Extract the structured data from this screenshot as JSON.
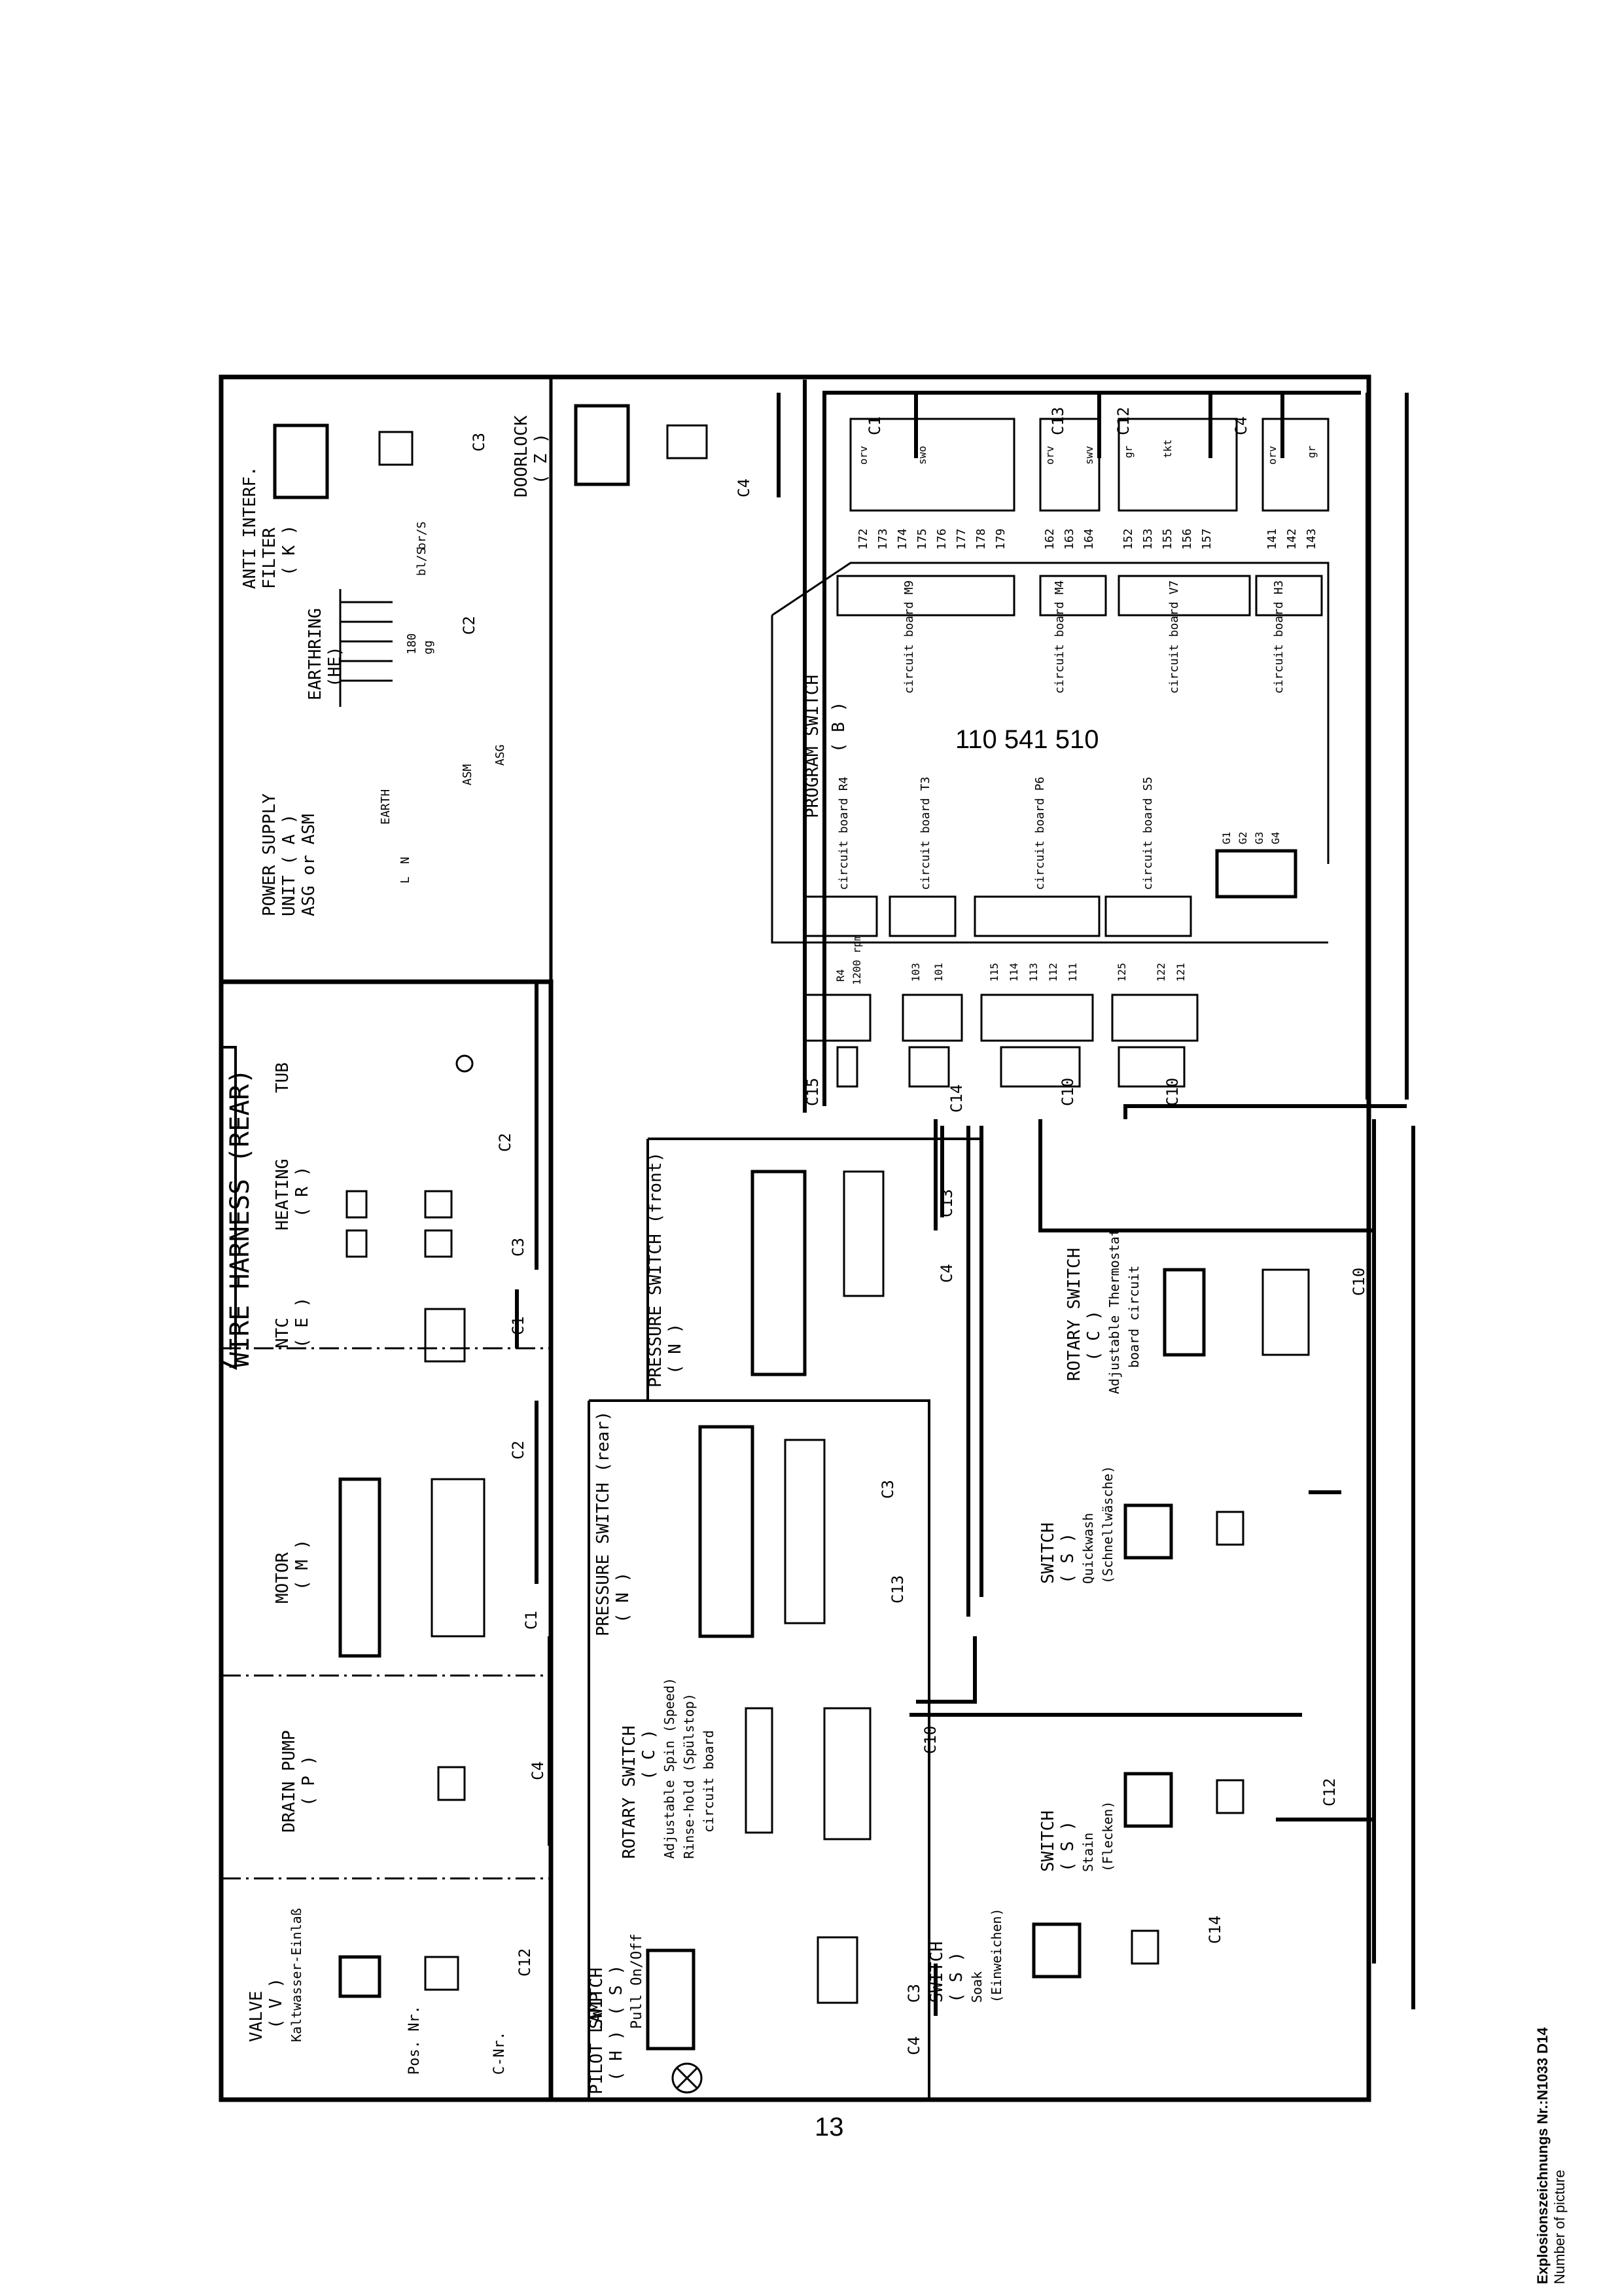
{
  "document": {
    "page_number": "13",
    "drawing_label": "Explosionszeichnungs Nr.:N1033 D14",
    "drawing_label_en": "Number of picture",
    "part_number": "110 541 510"
  },
  "harness": {
    "title": "WIRE HARNESS (REAR)",
    "pos_label": "Pos. Nr.",
    "c_label": "C-Nr."
  },
  "components": {
    "anti_interf": [
      "ANTI INTERF.",
      "FILTER",
      "( K )"
    ],
    "doorlock": [
      "DOORLOCK",
      "( Z )"
    ],
    "earthring": [
      "EARTHRING",
      "(HE)"
    ],
    "power_supply": [
      "POWER SUPPLY",
      "UNIT ( A )",
      "ASG or ASM"
    ],
    "tub": [
      "TUB"
    ],
    "heating": [
      "HEATING",
      "( R )"
    ],
    "ntc": [
      "NTC",
      "( E )"
    ],
    "motor": [
      "MOTOR",
      "( M )"
    ],
    "drain_pump": [
      "DRAIN PUMP",
      "( P )"
    ],
    "valve": [
      "VALVE",
      "( V )",
      "Kaltwasser-Einlaß"
    ],
    "pilot_lamp": [
      "PILOT LAMP",
      "( H )"
    ],
    "switch_pull": [
      "SWITCH",
      "( S )",
      "Pull On/Off"
    ],
    "rotary_spin": [
      "ROTARY SWITCH",
      "( C )",
      "Adjustable Spin (Speed)",
      "Rinse-hold (Spülstop)",
      "circuit board"
    ],
    "pressure_rear": [
      "PRESSURE SWITCH (rear)",
      "( N )"
    ],
    "pressure_front": [
      "PRESSURE SWITCH (front)",
      "( N )"
    ],
    "program_switch": [
      "PROGRAM SWITCH",
      "( B )"
    ],
    "rotary_thermo": [
      "ROTARY SWITCH",
      "( C )",
      "Adjustable Thermostat",
      "board circuit"
    ],
    "switch_quick": [
      "SWITCH",
      "( S )",
      "Quickwash",
      "(Schnellwäsche)"
    ],
    "switch_stain": [
      "SWITCH",
      "( S )",
      "Stain",
      "(Flecken)"
    ],
    "switch_soak": [
      "SWITCH",
      "( S )",
      "Soak",
      "(Einweichen)"
    ]
  },
  "program_boards": {
    "top": [
      "circuit board M9",
      "circuit board M4",
      "circuit board V7",
      "circuit board H3"
    ],
    "bottom": [
      "circuit board R4",
      "circuit board T3",
      "circuit board P6",
      "circuit board S5"
    ],
    "g_labels": [
      "G1",
      "G2",
      "G3",
      "G4"
    ]
  },
  "connectors": {
    "top_right": [
      {
        "c": "C1",
        "pins": [
          "172",
          "173",
          "174",
          "175",
          "176",
          "177",
          "178",
          "179"
        ],
        "wires": [
          "orv",
          "orv",
          "orv",
          "swo",
          "swo",
          "swo",
          "swo",
          "swo"
        ]
      },
      {
        "c": "C13",
        "pins": [
          "162",
          "163",
          "164"
        ],
        "wires": [
          "orv",
          "orv",
          "swv"
        ]
      },
      {
        "c": "C12",
        "pins": [
          "152",
          "153",
          "155",
          "156",
          "157"
        ],
        "wires": [
          "gr",
          "gr",
          "tkt",
          "tkt",
          "tkt"
        ]
      },
      {
        "c": "C4",
        "pins": [
          "141",
          "142",
          "143"
        ],
        "wires": [
          "orv",
          "orv",
          "gr"
        ]
      }
    ],
    "bottom_left": [
      {
        "c": "C15",
        "pins": [
          "R4",
          "1200 rpm"
        ]
      },
      {
        "c": "C14",
        "pins": [
          "103",
          "101"
        ]
      },
      {
        "c": "C10",
        "pins": [
          "115",
          "114",
          "113",
          "112",
          "111"
        ]
      },
      {
        "c": "C10",
        "pins": [
          "125",
          "122",
          "121"
        ]
      }
    ],
    "wire_codes": {
      "ground": "gg",
      "brown": "br/S",
      "blue": "bl/S"
    },
    "power_pins": [
      "L",
      "N",
      "EARTH",
      "ASM",
      "ASG"
    ],
    "earth_code": "180",
    "other_c": [
      "C2",
      "C3",
      "C4",
      "C13",
      "C10",
      "C14",
      "C12",
      "C1"
    ]
  }
}
